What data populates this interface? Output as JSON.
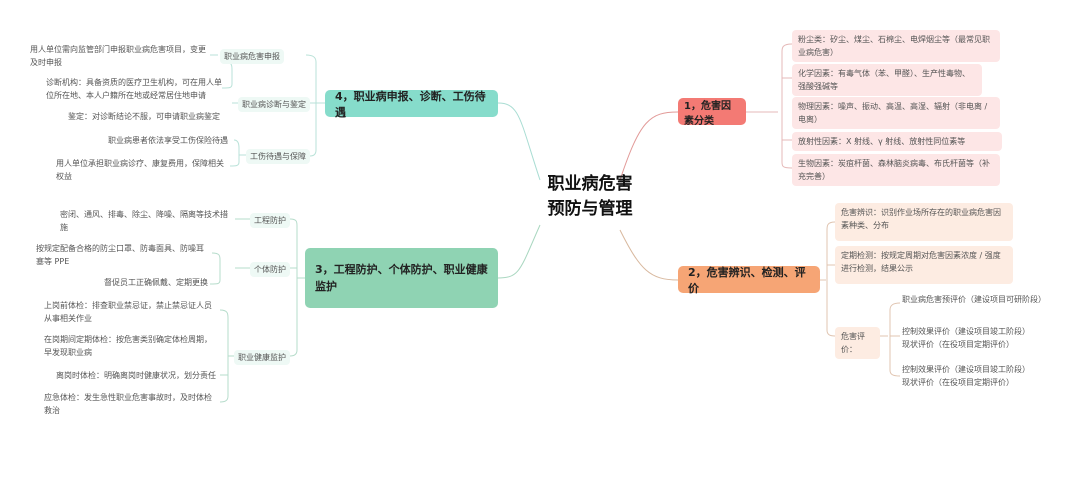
{
  "center": {
    "line1": "职业病危害",
    "line2": "预防与管理"
  },
  "colors": {
    "branch1": "#f37a74",
    "branch2": "#f6a575",
    "branch3": "#8fd3b3",
    "branch4": "#86dccb"
  },
  "branch1": {
    "title": "1，危害因素分类",
    "items": [
      "粉尘类：矽尘、煤尘、石棉尘、电焊烟尘等（最常见职业病危害）",
      "化学因素：有毒气体（苯、甲醛）、生产性毒物、强酸强碱等",
      "物理因素：噪声、振动、高温、高湿、辐射（非电离 / 电离）",
      "放射性因素：X 射线、γ 射线、放射性同位素等",
      "生物因素：炭疽杆菌、森林脑炎病毒、布氏杆菌等（补充完善）"
    ]
  },
  "branch2": {
    "title": "2，危害辨识、检测、评价",
    "items": [
      "危害辨识：识别作业场所存在的职业病危害因素种类、分布",
      "定期检测：按规定周期对危害因素浓度 / 强度进行检测，结果公示"
    ],
    "evaluation": {
      "label": "危害评价：",
      "items": [
        "职业病危害预评价（建设项目可研阶段）",
        "控制效果评价（建设项目竣工阶段）\n现状评价（在役项目定期评价）",
        "控制效果评价（建设项目竣工阶段）\n现状评价（在役项目定期评价）"
      ]
    }
  },
  "branch3": {
    "title": "3，工程防护、个体防护、职业健康监护",
    "groups": [
      {
        "label": "工程防护",
        "items": [
          "密闭、通风、排毒、除尘、降噪、隔离等技术措施"
        ]
      },
      {
        "label": "个体防护",
        "items": [
          "按规定配备合格的防尘口罩、防毒面具、防噪耳塞等 PPE",
          "督促员工正确佩戴、定期更换"
        ]
      },
      {
        "label": "职业健康监护",
        "items": [
          "上岗前体检：排查职业禁忌证，禁止禁忌证人员从事相关作业",
          "在岗期间定期体检：按危害类别确定体检周期，早发现职业病",
          "离岗时体检：明确离岗时健康状况，划分责任",
          "应急体检：发生急性职业危害事故时，及时体检救治"
        ]
      }
    ]
  },
  "branch4": {
    "title": "4，职业病申报、诊断、工伤待遇",
    "groups": [
      {
        "label": "职业病危害申报",
        "items": [
          "用人单位需向监管部门申报职业病危害项目，变更及时申报"
        ]
      },
      {
        "label": "职业病诊断与鉴定",
        "items": [
          "诊断机构：具备资质的医疗卫生机构，可在用人单位所在地、本人户籍所在地或经常居住地申请",
          "鉴定：对诊断结论不服，可申请职业病鉴定"
        ]
      },
      {
        "label": "工伤待遇与保障",
        "items": [
          "职业病患者依法享受工伤保险待遇",
          "用人单位承担职业病诊疗、康复费用，保障相关权益"
        ]
      }
    ]
  }
}
